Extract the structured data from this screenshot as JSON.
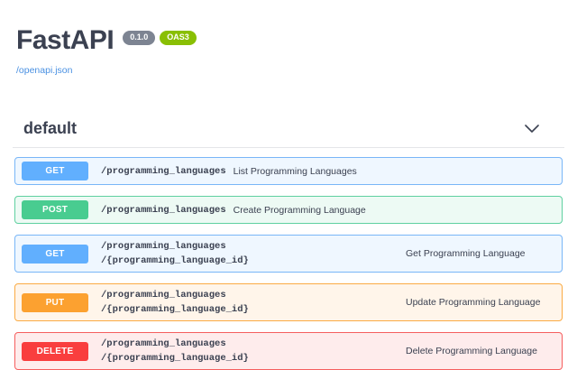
{
  "header": {
    "title": "FastAPI",
    "version_badge": "0.1.0",
    "oas_badge": "OAS3",
    "spec_link": "/openapi.json"
  },
  "section": {
    "title": "default",
    "expand_icon": "chevron-down"
  },
  "colors": {
    "title_text": "#3b4151",
    "link": "#4990e2",
    "version_badge_bg": "#7d8492",
    "oas_badge_bg": "#89bf04",
    "get": "#61affe",
    "post": "#49cc90",
    "put": "#fca130",
    "delete": "#f93e3e"
  },
  "endpoints": [
    {
      "method": "GET",
      "path": "/programming_languages",
      "description": "List Programming Languages"
    },
    {
      "method": "POST",
      "path": "/programming_languages",
      "description": "Create Programming Language"
    },
    {
      "method": "GET",
      "path": "/programming_languages\n/{programming_language_id}",
      "description": "Get Programming Language"
    },
    {
      "method": "PUT",
      "path": "/programming_languages\n/{programming_language_id}",
      "description": "Update Programming Language"
    },
    {
      "method": "DELETE",
      "path": "/programming_languages\n/{programming_language_id}",
      "description": "Delete Programming Language"
    }
  ]
}
